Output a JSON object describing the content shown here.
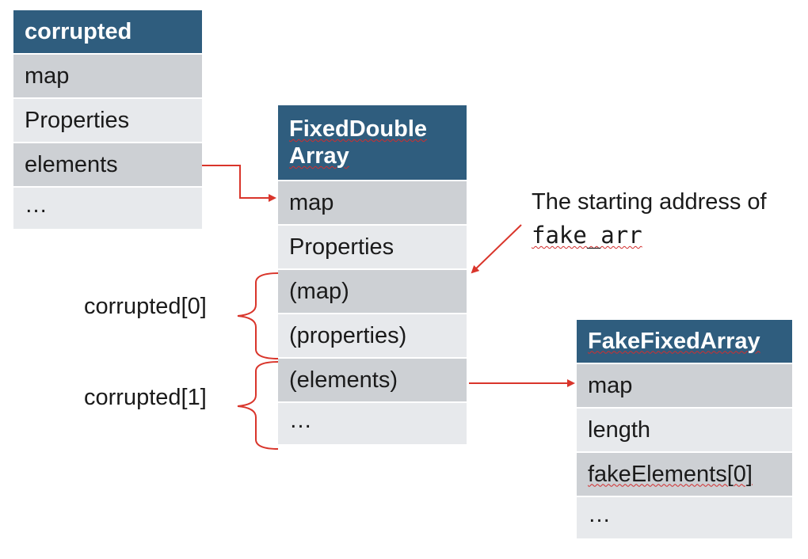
{
  "corrupted": {
    "title": "corrupted",
    "rows": [
      "map",
      "Properties",
      "elements",
      "…"
    ]
  },
  "fixed_double_array": {
    "title_line1": "FixedDouble",
    "title_line2": "Array",
    "rows": [
      "map",
      "Properties",
      "(map)",
      "(properties)",
      "(elements)",
      "…"
    ]
  },
  "fake_fixed_array": {
    "title": "FakeFixedArray",
    "rows": [
      "map",
      "length",
      "fakeElements[0]",
      "…"
    ]
  },
  "annotation": {
    "line1": "The starting address of",
    "code": "fake_arr"
  },
  "brackets": {
    "first": "corrupted[0]",
    "second": "corrupted[1]"
  },
  "colors": {
    "header": "#2f5d7e",
    "row_dark": "#cdd0d4",
    "row_light": "#e7e9ec",
    "arrow": "#d9352b"
  }
}
